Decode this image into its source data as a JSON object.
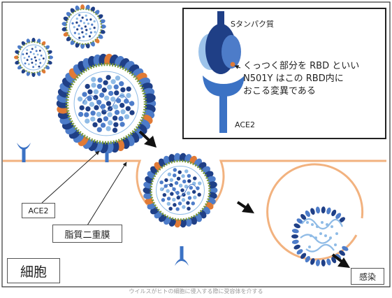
{
  "labels": {
    "s_protein": "Sタンパク質",
    "rbd_line1": "くっつく部分を RBD といい",
    "rbd_line2": "N501Y はこの RBD内に",
    "rbd_line3": "おこる変異である",
    "inset_ace2": "ACE2",
    "ace2": "ACE2",
    "lipid_bilayer": "脂質二重膜",
    "cell": "細胞",
    "infection": "感染",
    "caption": "ウイルスがヒトの細胞に侵入する際に受容体を介する"
  },
  "colors": {
    "membrane": "#f2b27f",
    "ace2": "#3b72c4",
    "virus_dark": "#1f3f86",
    "virus_mid": "#4d7cc9",
    "virus_light": "#8fbbe6",
    "rbd": "#e07a36",
    "spike_green": "#7a9a3a"
  }
}
